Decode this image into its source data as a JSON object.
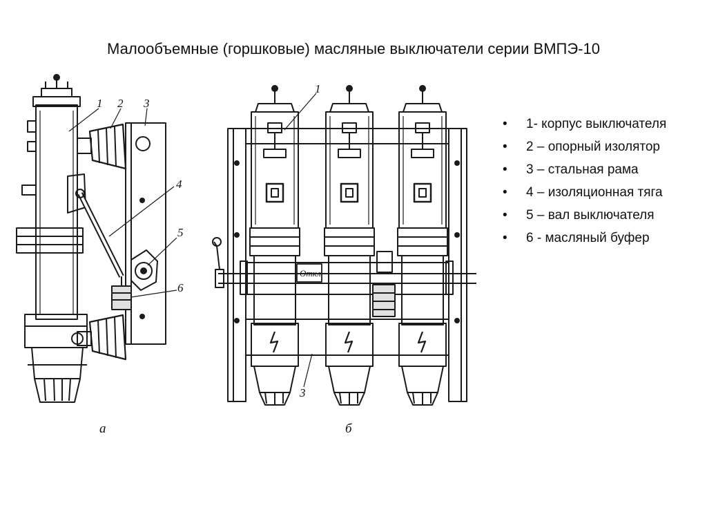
{
  "slide": {
    "title": "Малообъемные (горшковые) масляные выключатели серии ВМПЭ-10"
  },
  "figure": {
    "view_a": {
      "caption": "а",
      "callouts": [
        "1",
        "2",
        "3",
        "4",
        "5",
        "6"
      ]
    },
    "view_b": {
      "caption": "б",
      "callouts": [
        "1",
        "3"
      ],
      "nameplate": "Откл"
    }
  },
  "legend": {
    "items": [
      "1- корпус выключателя",
      "2 – опорный изолятор",
      "3 – стальная рама",
      "4 – изоляционная тяга",
      "5 – вал выключателя",
      "6 - масляный буфер"
    ]
  }
}
